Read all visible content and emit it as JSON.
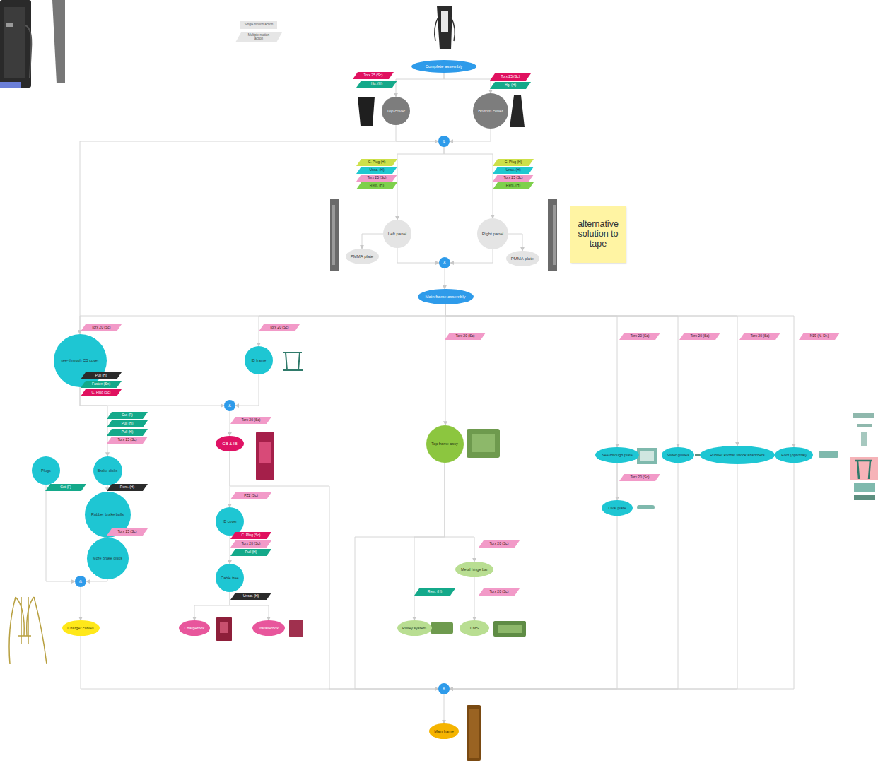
{
  "diagram": {
    "nodes": [
      {
        "text": [
          "Complete assembly"
        ]
      },
      {
        "text": [
          "Top cover"
        ]
      },
      {
        "text": [
          "Bottom cover"
        ]
      },
      {
        "text": [
          "&"
        ]
      },
      {
        "text": [
          "Left panel"
        ]
      },
      {
        "text": [
          "Right panel"
        ]
      },
      {
        "text": [
          "PMMA plate"
        ]
      },
      {
        "text": [
          "PMMA plate"
        ]
      },
      {
        "text": [
          "&"
        ]
      },
      {
        "text": [
          "Main frame assembly"
        ]
      },
      {
        "text": [
          "see-through CB cover"
        ]
      },
      {
        "text": [
          "IB frame"
        ]
      },
      {
        "text": [
          "&"
        ]
      },
      {
        "text": [
          "CB & IB"
        ]
      },
      {
        "text": [
          "Top frame assy"
        ]
      },
      {
        "text": [
          "See-through plate"
        ]
      },
      {
        "text": [
          "Slider guides"
        ]
      },
      {
        "text": [
          "Rubber knobs/ shock absorbers"
        ]
      },
      {
        "text": [
          "Foot (optional)"
        ]
      },
      {
        "text": [
          "Plugs"
        ]
      },
      {
        "text": [
          "Brake disks"
        ]
      },
      {
        "text": [
          "Oval plate"
        ]
      },
      {
        "text": [
          "Rubber brake balls"
        ]
      },
      {
        "text": [
          "IB cover"
        ]
      },
      {
        "text": [
          "More brake disks"
        ]
      },
      {
        "text": [
          "Metal hinge bar"
        ]
      },
      {
        "text": [
          "Cable tree"
        ]
      },
      {
        "text": [
          "&"
        ]
      },
      {
        "text": [
          "Charger cables"
        ]
      },
      {
        "text": [
          "Chargerbox"
        ]
      },
      {
        "text": [
          "Installerbox"
        ]
      },
      {
        "text": [
          "Pulley system"
        ]
      },
      {
        "text": [
          "CMS"
        ]
      },
      {
        "text": [
          "&"
        ]
      },
      {
        "text": [
          "Main frame"
        ]
      },
      {
        "text": [
          "alternative solution to tape"
        ]
      },
      {
        "text": [
          "Torx 25 (Sc)"
        ]
      },
      {
        "text": [
          "Hg. (H)"
        ]
      },
      {
        "text": [
          "Torx 25 (Sc)"
        ]
      },
      {
        "text": [
          "Hg. (H)"
        ]
      },
      {
        "text": [
          "C. Plug (H)"
        ]
      },
      {
        "text": [
          "Unsc. (H)"
        ]
      },
      {
        "text": [
          "Torx 25 (Sc)"
        ]
      },
      {
        "text": [
          "Rem. (H)"
        ]
      },
      {
        "text": [
          "C. Plug (H)"
        ]
      },
      {
        "text": [
          "Unsc. (H)"
        ]
      },
      {
        "text": [
          "Torx 25 (Sc)"
        ]
      },
      {
        "text": [
          "Rem. (H)"
        ]
      },
      {
        "text": [
          "Torx 20 (Sc)"
        ]
      },
      {
        "text": [
          "Torx 20 (Sc)"
        ]
      },
      {
        "text": [
          "Torx 20 (Sc)"
        ]
      },
      {
        "text": [
          "Torx 20 (Sc)"
        ]
      },
      {
        "text": [
          "Torx 20 (Sc)"
        ]
      },
      {
        "text": [
          "Torx 20 (Sc)"
        ]
      },
      {
        "text": [
          "N19 (N. Dr.)"
        ]
      },
      {
        "text": [
          "Pull (H)"
        ]
      },
      {
        "text": [
          "Fasten (Sn)"
        ]
      },
      {
        "text": [
          "C. Plug (Sc)"
        ]
      },
      {
        "text": [
          "Cut (F)"
        ]
      },
      {
        "text": [
          "Pull (H)"
        ]
      },
      {
        "text": [
          "Pull (H)"
        ]
      },
      {
        "text": [
          "Torx 15 (Sc)"
        ]
      },
      {
        "text": [
          "Cut (F)"
        ]
      },
      {
        "text": [
          "Rem. (H)"
        ]
      },
      {
        "text": [
          "Torx 15 (Sc)"
        ]
      },
      {
        "text": [
          "Torx 20 (Sc)"
        ]
      },
      {
        "text": [
          "PZ2 (Sc)"
        ]
      },
      {
        "text": [
          "C. Plug (Sc)"
        ]
      },
      {
        "text": [
          "Torx 20 (Sc)"
        ]
      },
      {
        "text": [
          "Pull (H)"
        ]
      },
      {
        "text": [
          "Unscr. (H)"
        ]
      },
      {
        "text": [
          "Torx 20 (Sc)"
        ]
      },
      {
        "text": [
          "Rem. (H)"
        ]
      },
      {
        "text": [
          "Torx 20 (Sc)"
        ]
      },
      {
        "text": [
          "Torx 20 (Sc)"
        ]
      }
    ],
    "edges": [
      {
        "from": 0,
        "to": 1,
        "arrow": "to"
      },
      {
        "from": 0,
        "to": 2,
        "arrow": "to"
      },
      {
        "from": 1,
        "to": 3,
        "arrow": "to"
      },
      {
        "from": 2,
        "to": 3,
        "arrow": "to"
      },
      {
        "from": 3,
        "to": 4,
        "arrow": "to"
      },
      {
        "from": 3,
        "to": 5,
        "arrow": "to"
      },
      {
        "from": 4,
        "to": 6,
        "arrow": "to"
      },
      {
        "from": 5,
        "to": 7,
        "arrow": "to"
      },
      {
        "from": 4,
        "to": 8,
        "arrow": "to"
      },
      {
        "from": 5,
        "to": 8,
        "arrow": "to"
      },
      {
        "from": 8,
        "to": 9,
        "arrow": "to"
      },
      {
        "from": 9,
        "to": 10,
        "arrow": "to"
      },
      {
        "from": 9,
        "to": 11,
        "arrow": "to"
      },
      {
        "from": 9,
        "to": 14,
        "arrow": "to"
      },
      {
        "from": 9,
        "to": 15,
        "arrow": "to"
      },
      {
        "from": 9,
        "to": 16,
        "arrow": "to"
      },
      {
        "from": 9,
        "to": 17,
        "arrow": "to"
      },
      {
        "from": 9,
        "to": 18,
        "arrow": "to"
      },
      {
        "from": 3,
        "to": 10,
        "arrow": "to"
      },
      {
        "from": 10,
        "to": 12,
        "arrow": "to"
      },
      {
        "from": 11,
        "to": 12,
        "arrow": "to"
      },
      {
        "from": 10,
        "to": 20,
        "arrow": "to"
      },
      {
        "from": 12,
        "to": 13,
        "arrow": "to"
      },
      {
        "from": 13,
        "to": 23,
        "arrow": "to"
      },
      {
        "from": 13,
        "to": 33,
        "arrow": "to"
      },
      {
        "from": 23,
        "to": 26,
        "arrow": "to"
      },
      {
        "from": 26,
        "to": 29,
        "arrow": "to"
      },
      {
        "from": 26,
        "to": 30,
        "arrow": "to"
      },
      {
        "from": 19,
        "to": 27,
        "arrow": "to"
      },
      {
        "from": 20,
        "to": 22,
        "arrow": "to"
      },
      {
        "from": 22,
        "to": 24,
        "arrow": "to"
      },
      {
        "from": 24,
        "to": 27,
        "arrow": "to"
      },
      {
        "from": 27,
        "to": 28,
        "arrow": "to"
      },
      {
        "from": 28,
        "to": 33,
        "arrow": "to"
      },
      {
        "from": 14,
        "to": 31,
        "arrow": "to"
      },
      {
        "from": 14,
        "to": 25,
        "arrow": "to"
      },
      {
        "from": 14,
        "to": 33,
        "arrow": "to"
      },
      {
        "from": 25,
        "to": 32,
        "arrow": "to"
      },
      {
        "from": 15,
        "to": 21,
        "arrow": "to"
      },
      {
        "from": 15,
        "to": 33,
        "arrow": "to"
      },
      {
        "from": 16,
        "to": 33,
        "arrow": "to"
      },
      {
        "from": 17,
        "to": 33,
        "arrow": "to"
      },
      {
        "from": 18,
        "to": 33,
        "arrow": "to"
      },
      {
        "from": 33,
        "to": 34,
        "arrow": "to"
      }
    ],
    "legend": [
      {
        "text": "Single motion action",
        "color": "#e6e6e6"
      },
      {
        "text": "Multiple motion action",
        "color": "#e6e6e6"
      }
    ]
  }
}
